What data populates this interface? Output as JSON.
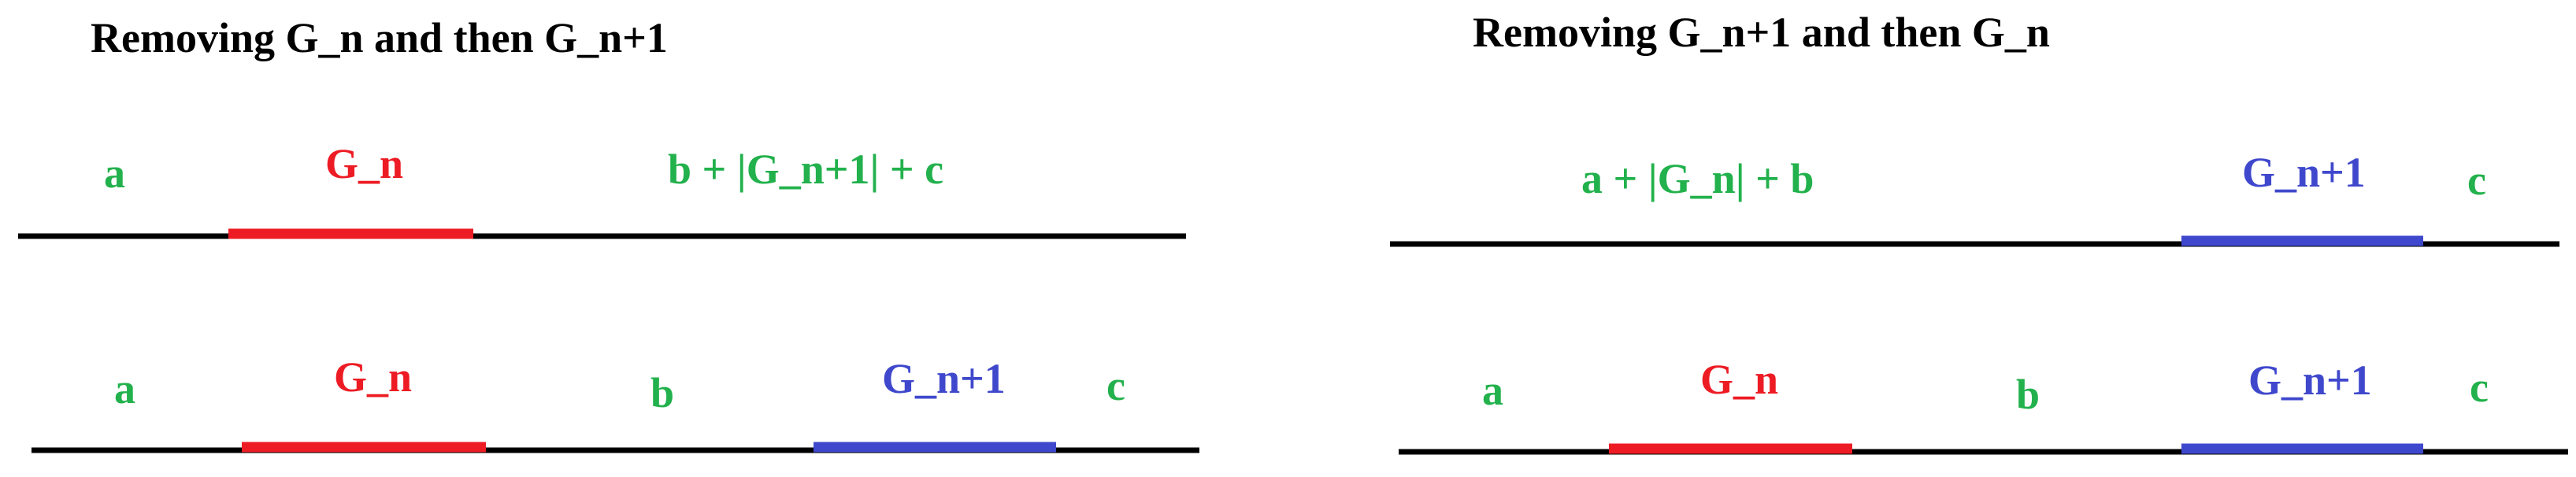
{
  "left_panel": {
    "title": "Removing G_n and then G_n+1",
    "top_row": {
      "label_a": "a",
      "label_gn": "G_n",
      "label_rest": "b + |G_n+1| + c"
    },
    "bottom_row": {
      "label_a": "a",
      "label_gn": "G_n",
      "label_b": "b",
      "label_gn1": "G_n+1",
      "label_c": "c"
    }
  },
  "right_panel": {
    "title": "Removing G_n+1 and then G_n",
    "top_row": {
      "label_rest": "a + |G_n| + b",
      "label_gn1": "G_n+1",
      "label_c": "c"
    },
    "bottom_row": {
      "label_a": "a",
      "label_gn": "G_n",
      "label_b": "b",
      "label_gn1": "G_n+1",
      "label_c": "c"
    }
  },
  "colors": {
    "gap_label": "#22b14c",
    "g_n": "#ed1c24",
    "g_n_plus_1": "#3f48cc",
    "baseline": "#000000"
  }
}
